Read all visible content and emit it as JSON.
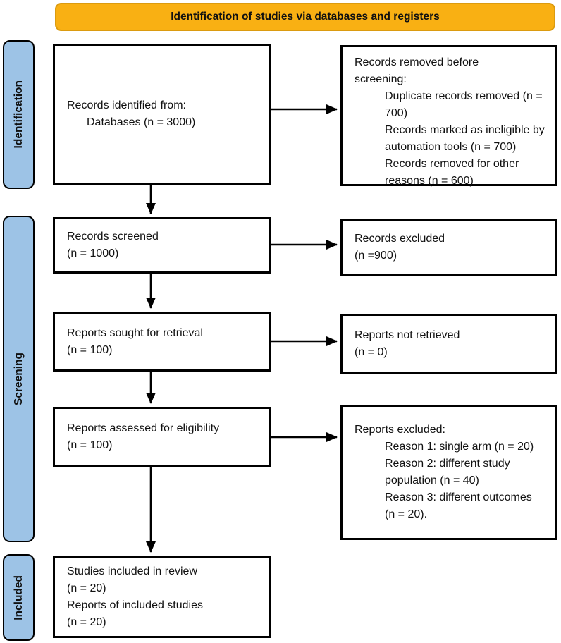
{
  "header": {
    "title": "Identification of studies via databases and registers"
  },
  "colors": {
    "header_bg": "#F9B013",
    "header_border": "#DB9B10",
    "stage_bg": "#9DC3E6",
    "stage_border": "#000000",
    "box_border": "#000000",
    "arrow": "#000000"
  },
  "stages": [
    {
      "label": "Identification"
    },
    {
      "label": "Screening"
    },
    {
      "label": "Included"
    }
  ],
  "boxes": {
    "records_identified": {
      "line1": "Records identified from:",
      "line2": "Databases (n = 3000)"
    },
    "records_removed": {
      "title": "Records removed before screening:",
      "items": [
        "Duplicate records removed (n = 700)",
        "Records marked as ineligible by automation tools (n = 700)",
        "Records removed for other reasons (n = 600)"
      ]
    },
    "records_screened": {
      "line1": "Records screened",
      "line2": "(n = 1000)"
    },
    "records_excluded": {
      "line1": "Records excluded",
      "line2": "(n =900)"
    },
    "reports_sought": {
      "line1": "Reports sought for retrieval",
      "line2": "(n = 100)"
    },
    "reports_not_retrieved": {
      "line1": "Reports not retrieved",
      "line2": "(n = 0)"
    },
    "reports_assessed": {
      "line1": "Reports assessed for eligibility",
      "line2": "(n = 100)"
    },
    "reports_excluded": {
      "title": "Reports excluded:",
      "items": [
        "Reason 1: single arm (n = 20)",
        "Reason 2: different study population (n = 40)",
        "Reason 3: different outcomes (n = 20)."
      ]
    },
    "studies_included": {
      "line1": "Studies included in review",
      "line2": "(n = 20)",
      "line3": "Reports of included studies",
      "line4": "(n = 20)"
    }
  }
}
